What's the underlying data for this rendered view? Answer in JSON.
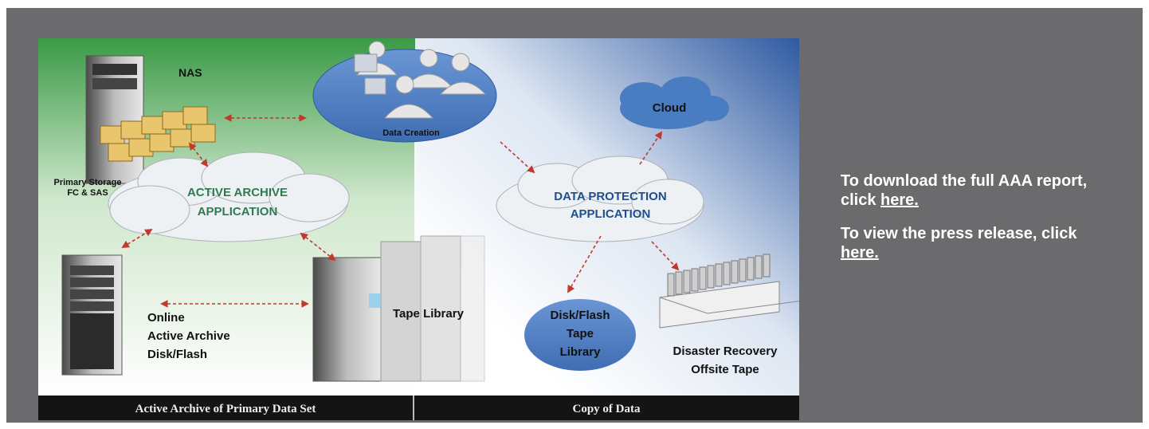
{
  "diagram": {
    "nas": "NAS",
    "data_creation": "Data Creation",
    "cloud": "Cloud",
    "primary_storage_line1": "Primary Storage",
    "primary_storage_line2": "FC & SAS",
    "active_archive_app_line1": "ACTIVE ARCHIVE",
    "active_archive_app_line2": "APPLICATION",
    "data_protection_app_line1": "DATA PROTECTION",
    "data_protection_app_line2": "APPLICATION",
    "online_line1": "Online",
    "online_line2": "Active Archive",
    "online_line3": "Disk/Flash",
    "tape_library": "Tape Library",
    "disk_flash_tape_line1": "Disk/Flash",
    "disk_flash_tape_line2": "Tape",
    "disk_flash_tape_line3": "Library",
    "dr_line1": "Disaster Recovery",
    "dr_line2": "Offsite Tape",
    "footer_left": "Active Archive of Primary Data Set",
    "footer_right": "Copy of Data"
  },
  "side": {
    "download_text": "To download the full AAA report, click ",
    "download_link": "here.",
    "press_text": "To view the press release, click ",
    "press_link": "here."
  },
  "colors": {
    "frame_bg": "#6b6b6d",
    "left_gradient_top": "#3a9a46",
    "right_gradient_top": "#2f5aa2",
    "ellipse_blue": "#4a7cc2",
    "arrow_red": "#c0392b",
    "footer_bg": "#141414",
    "app_text_green": "#2f7a52",
    "app_text_blue": "#1f4e8e"
  }
}
